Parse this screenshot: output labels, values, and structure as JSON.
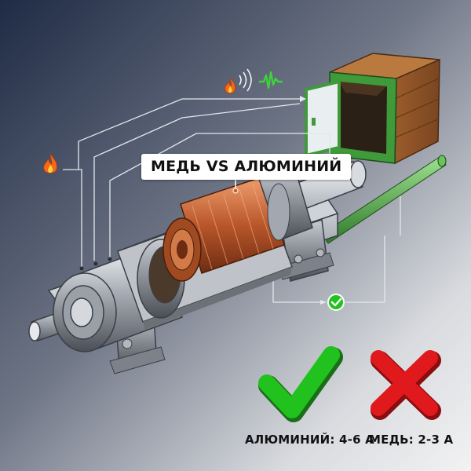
{
  "diagram": {
    "title": "МЕДЬ VS АЛЮМИНИЙ",
    "captions": {
      "aluminum": "АЛЮМИНИЙ: 4-6 A",
      "copper": "МЕДЬ: 2-3 A"
    },
    "icons": {
      "check": "check-mark-icon",
      "cross": "cross-mark-icon",
      "flame": "flame-icon",
      "sound": "sound-wave-icon",
      "signal": "pulse-signal-icon",
      "ok": "small-check-icon"
    },
    "colors": {
      "check": "#22c21e",
      "cross": "#e0191c",
      "copper": "#c4642e",
      "box_frame": "#3f9a3a",
      "rod": "#3f9a3a",
      "flame": "#f26a1b"
    }
  }
}
